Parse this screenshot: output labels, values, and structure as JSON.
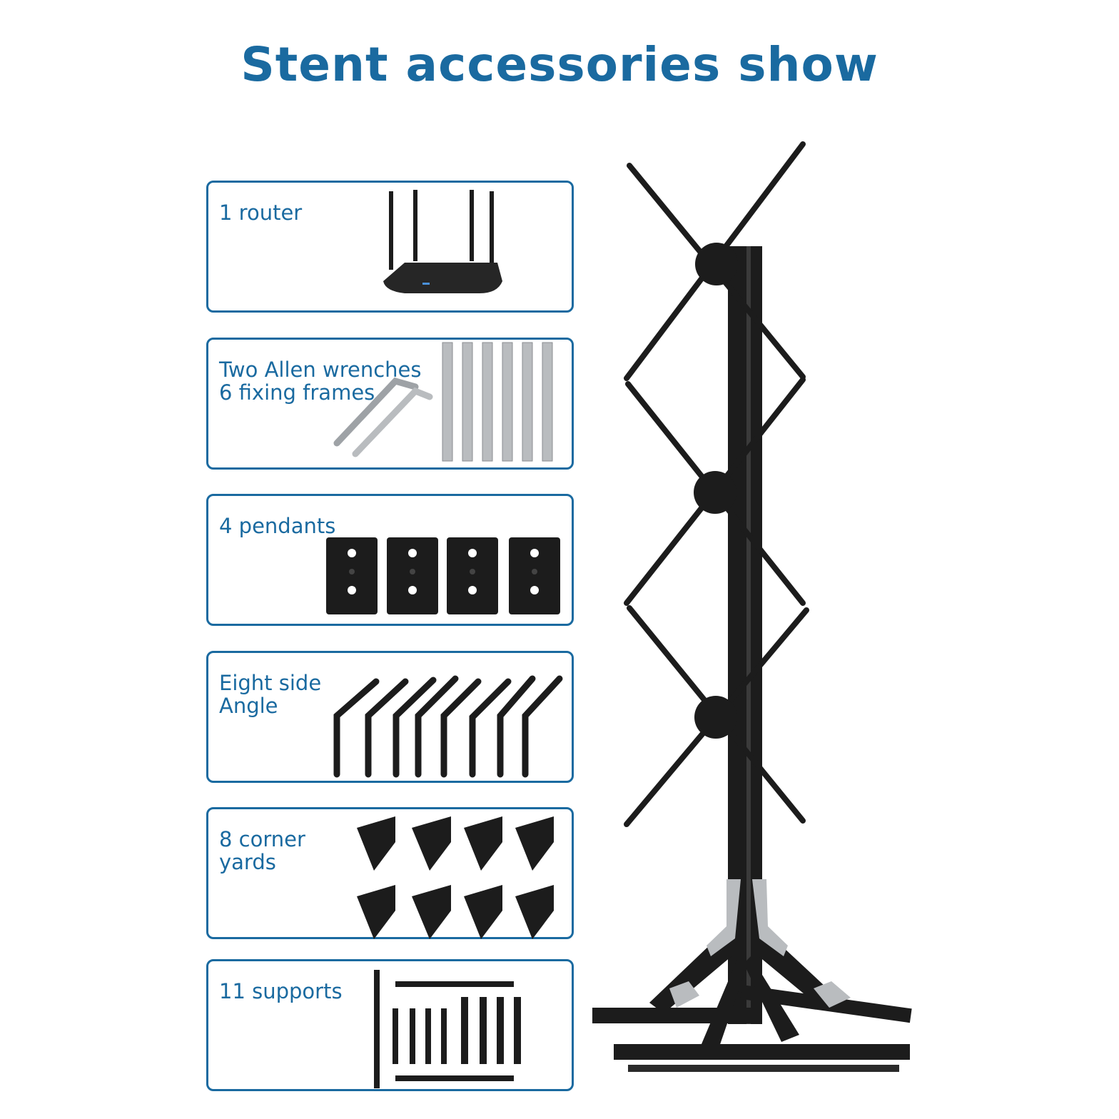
{
  "page": {
    "title": "Stent accessories show"
  },
  "accessories": [
    {
      "label": "1 router"
    },
    {
      "label": "Two Allen wrenches\n6 fixing frames"
    },
    {
      "label": "4 pendants"
    },
    {
      "label": "Eight side\nAngle"
    },
    {
      "label": "8 corner\nyards"
    },
    {
      "label": "11 supports"
    }
  ],
  "colors": {
    "accent": "#1a6aa0",
    "part": "#1c1c1c",
    "metal": "#b9bcbf"
  }
}
